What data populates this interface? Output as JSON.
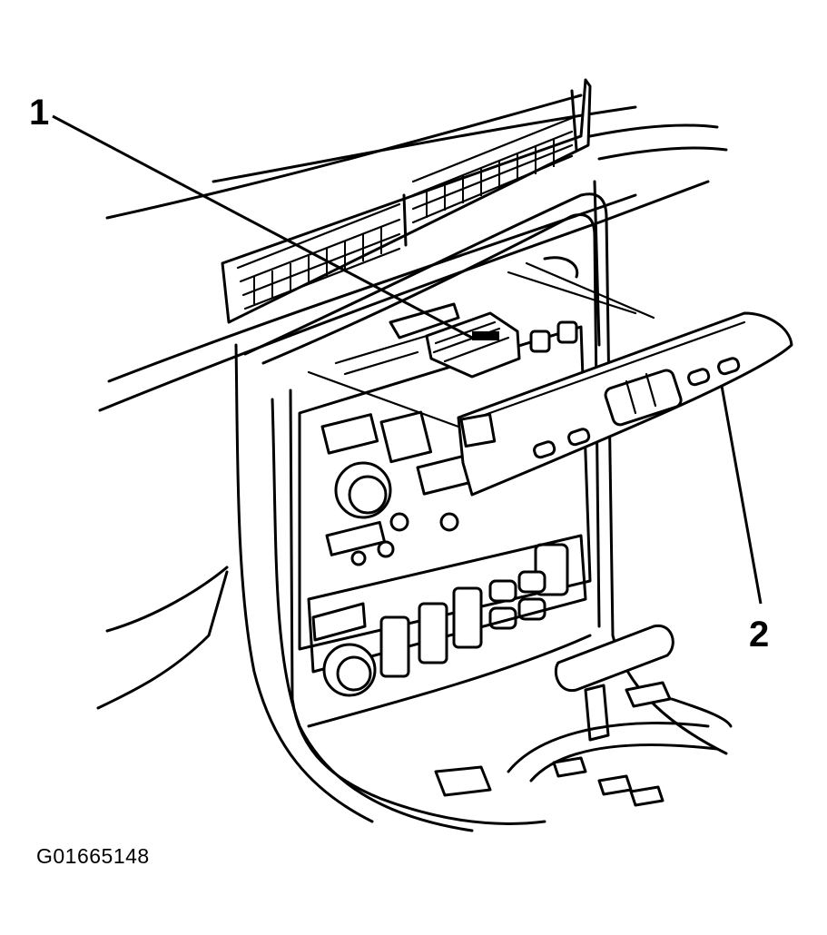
{
  "callouts": [
    {
      "id": "1",
      "label": "1"
    },
    {
      "id": "2",
      "label": "2"
    }
  ],
  "figure_id": "G01665148"
}
